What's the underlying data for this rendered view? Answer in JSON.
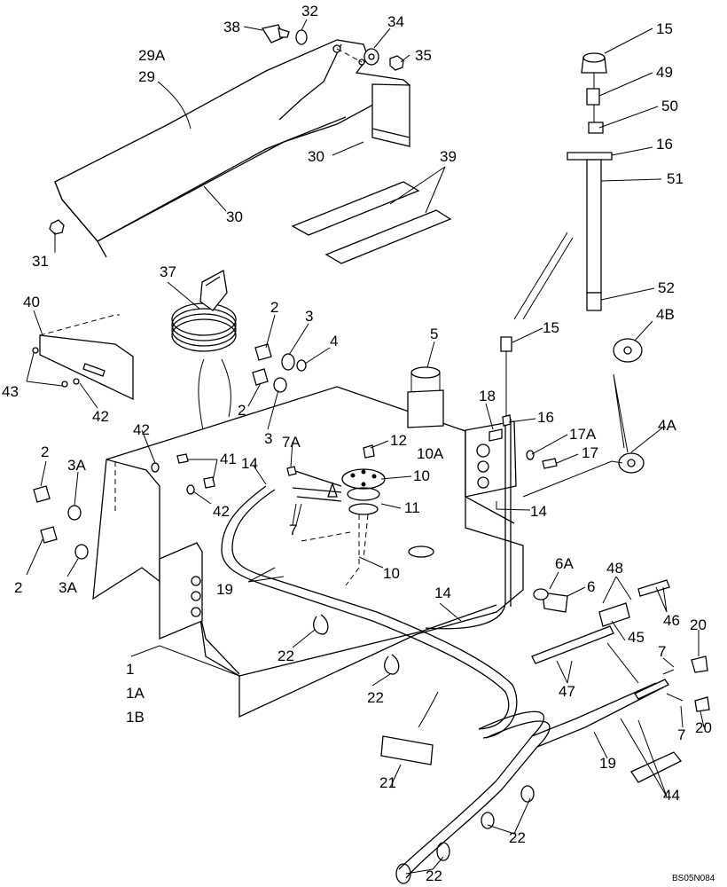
{
  "diagram": {
    "drawing_code": "BS05N084",
    "callouts": [
      "38",
      "32",
      "34",
      "35",
      "29A",
      "29",
      "30",
      "30",
      "31",
      "39",
      "15",
      "49",
      "50",
      "16",
      "51",
      "52",
      "37",
      "40",
      "43",
      "42",
      "2",
      "3",
      "4",
      "2",
      "3",
      "5",
      "15",
      "4B",
      "18",
      "16",
      "17A",
      "17",
      "4A",
      "42",
      "41",
      "7A",
      "14",
      "12",
      "10A",
      "10",
      "11",
      "2",
      "3A",
      "42",
      "7",
      "2",
      "3A",
      "19",
      "10",
      "14",
      "22",
      "1",
      "1A",
      "1B",
      "22",
      "14",
      "6A",
      "6",
      "48",
      "46",
      "45",
      "20",
      "7",
      "47",
      "7",
      "20",
      "19",
      "21",
      "44",
      "22",
      "22"
    ]
  }
}
